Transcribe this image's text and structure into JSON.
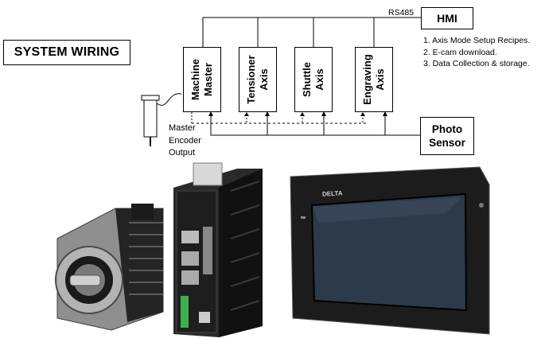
{
  "title": "SYSTEM WIRING",
  "hmi": {
    "label": "HMI",
    "link_label": "RS485"
  },
  "hmi_notes": [
    "1. Axis Mode Setup Recipes.",
    "2. E-cam download.",
    "3. Data Collection & storage."
  ],
  "axes": [
    {
      "line1": "Machine",
      "line2": "Master"
    },
    {
      "line1": "Tensioner",
      "line2": "Axis"
    },
    {
      "line1": "Shuttle",
      "line2": "Axis"
    },
    {
      "line1": "Engraving",
      "line2": "Axis"
    }
  ],
  "photo_sensor": {
    "line1": "Photo",
    "line2": "Sensor"
  },
  "encoder_output": {
    "line1": "Master",
    "line2": "Encoder",
    "line3": "Output"
  },
  "hmi_brand": "DELTA",
  "colors": {
    "line": "#000000",
    "drive_body": "#2a2a2a",
    "hmi_frame": "#1c1c1c",
    "screen": "#2d3a4a",
    "motor_metal": "#9a9a9a"
  }
}
